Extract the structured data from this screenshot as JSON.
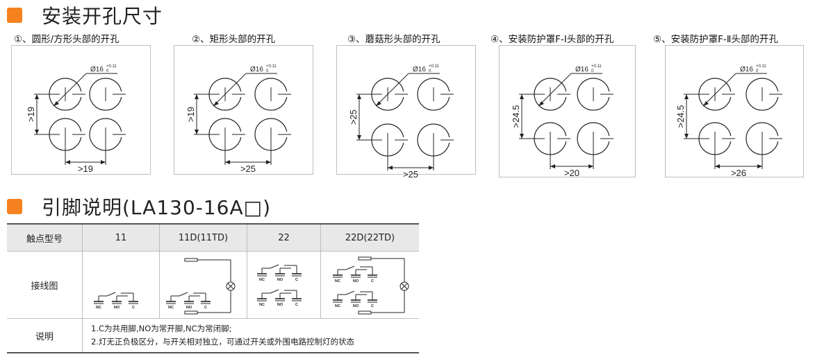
{
  "sections": {
    "cutout_title": "安装开孔尺寸",
    "pin_title": "引脚说明(LA130-16A□)"
  },
  "diagrams": [
    {
      "caption": "①、圆形/方形头部的开孔",
      "diameter": "Ø16",
      "tol": "+0.11",
      "tol0": "0",
      "vertical": ">19",
      "horizontal": ">19"
    },
    {
      "caption": "②、矩形头部的开孔",
      "diameter": "Ø16",
      "tol": "+0.11",
      "tol0": "0",
      "vertical": ">19",
      "horizontal": ">25"
    },
    {
      "caption": "③、蘑菇形头部的开孔",
      "diameter": "Ø16",
      "tol": "+0.11",
      "tol0": "0",
      "vertical": ">25",
      "horizontal": ">25"
    },
    {
      "caption": "④、安装防护罩F-Ⅰ头部的开孔",
      "diameter": "Ø16",
      "tol": "+0.11",
      "tol0": "0",
      "vertical": ">24.5",
      "horizontal": ">20"
    },
    {
      "caption": "⑤、安装防护罩F-Ⅱ头部的开孔",
      "diameter": "Ø16",
      "tol": "+0.11",
      "tol0": "0",
      "vertical": ">24.5",
      "horizontal": ">26"
    }
  ],
  "table": {
    "header": [
      "触点型号",
      "11",
      "11D(11TD)",
      "22",
      "22D(22TD)"
    ],
    "wiring_label": "接线图",
    "desc_label": "说明",
    "terminals": {
      "nc": "NC",
      "no": "NO",
      "c": "C"
    },
    "notes": [
      "1.C为共用脚,NO为常开脚,NC为常闭脚;",
      "2.灯无正负极区分，与开关相对独立，可通过开关或外围电路控制灯的状态"
    ]
  },
  "colors": {
    "accent": "#f5821f",
    "header_bg": "#e8e8e8",
    "line": "#222222"
  }
}
